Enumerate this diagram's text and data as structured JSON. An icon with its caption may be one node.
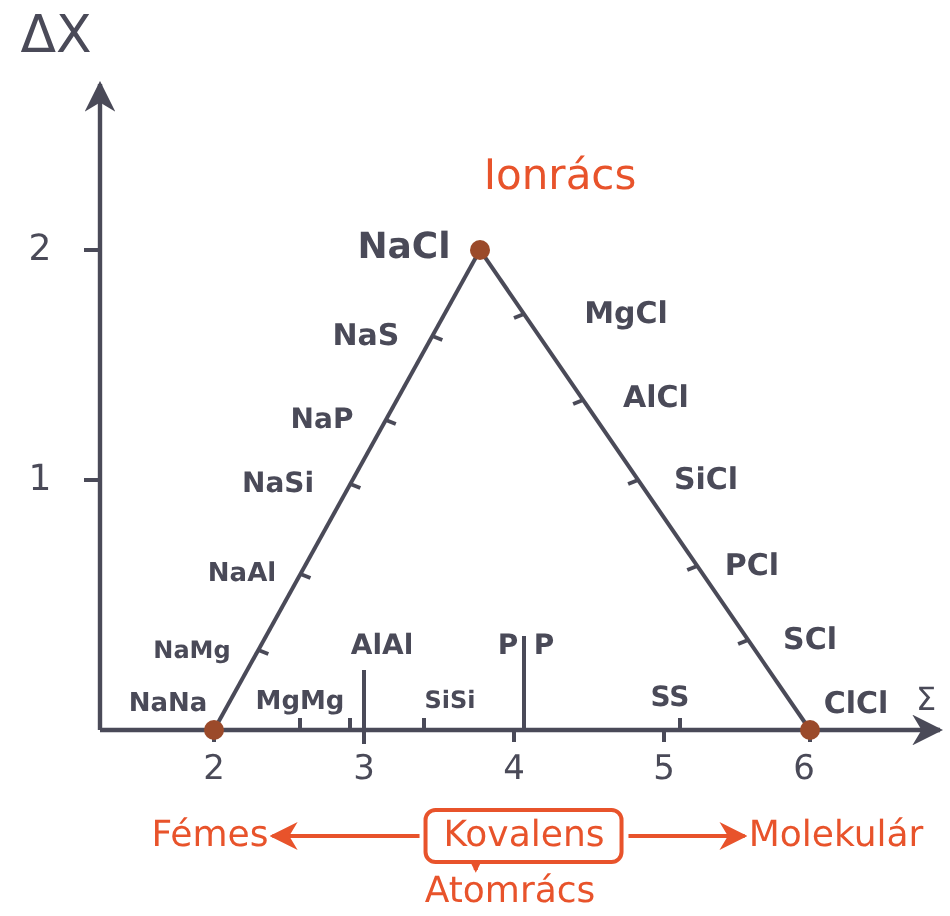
{
  "diagram": {
    "nodes": [
      {
        "text": [
          "Kovalens"
        ]
      },
      {
        "text": [
          "Fémes"
        ]
      },
      {
        "text": [
          "Molekulár"
        ]
      },
      {
        "text": [
          "Atomrács"
        ]
      }
    ],
    "edges": [
      {
        "from": 0,
        "to": 1,
        "arrow": "to"
      },
      {
        "from": 0,
        "to": 2,
        "arrow": "to"
      },
      {
        "from": 0,
        "to": 3,
        "arrow": "to"
      }
    ],
    "labels": [
      "ΔX",
      "2",
      "1",
      "Ionrács",
      "NaCl",
      "NaS",
      "MgCl",
      "NaP",
      "AlCl",
      "NaSi",
      "SiCl",
      "NaAl",
      "PCl",
      "NaMg",
      "AlAl",
      "P",
      "P",
      "SCl",
      "NaNa",
      "MgMg",
      "SiSi",
      "SS",
      "ClCl",
      "Σ",
      "2",
      "3",
      "4",
      "5",
      "6"
    ]
  }
}
